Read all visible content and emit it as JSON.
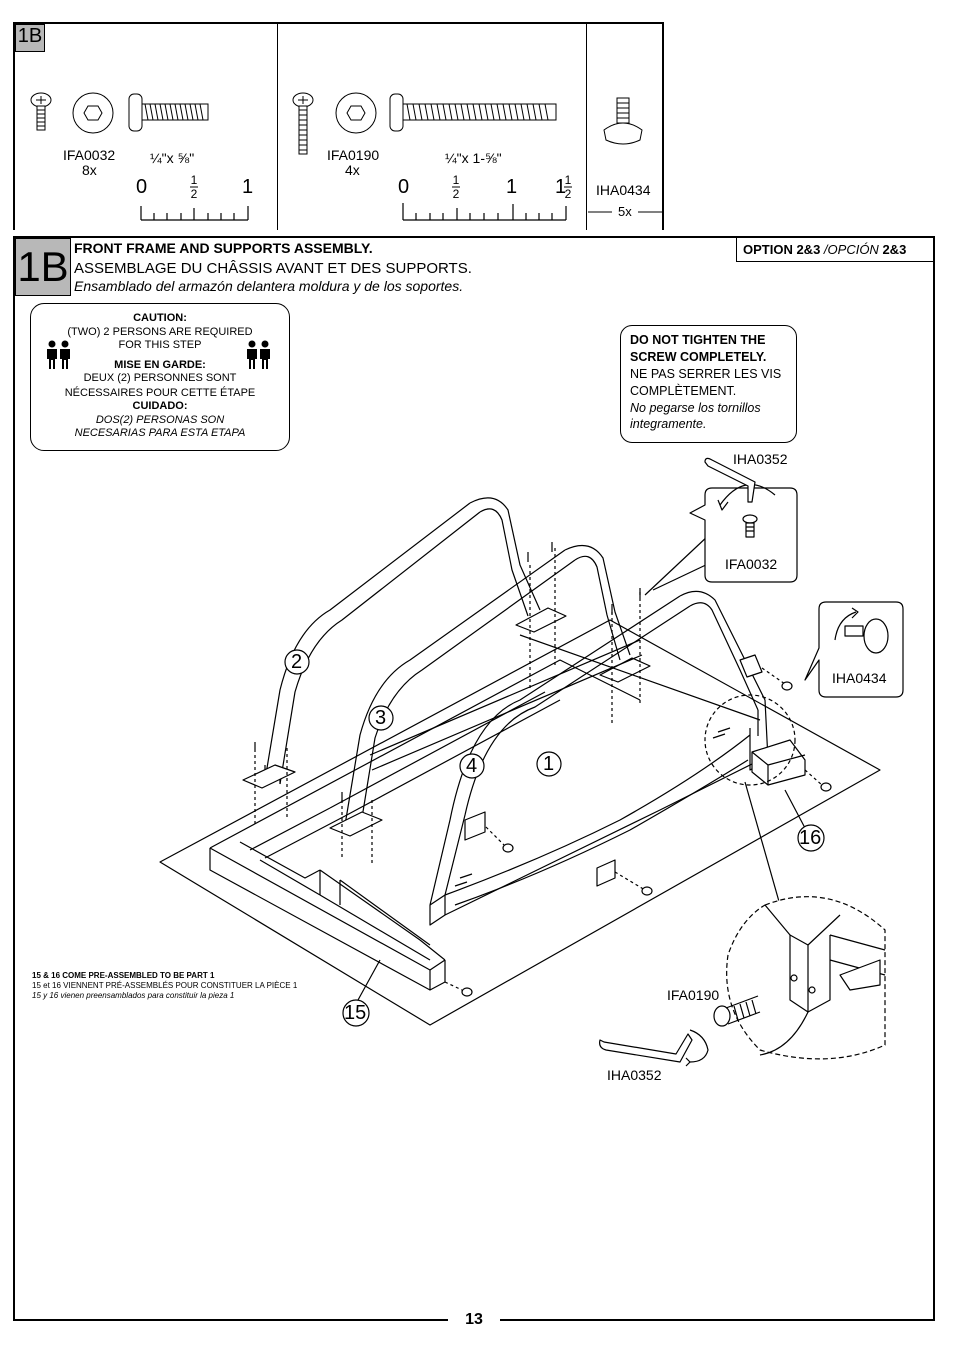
{
  "hardware": {
    "panel_tag": "1B",
    "items": [
      {
        "code": "IFA0032",
        "qty": "8x",
        "size": "¼\"x ⅝\""
      },
      {
        "code": "IFA0190",
        "qty": "4x",
        "size": "¼\"x 1-⅝\""
      },
      {
        "code": "IHA0434",
        "qty": "5x"
      }
    ],
    "scale1": {
      "zero": "0",
      "half_num": "1",
      "half_den": "2",
      "one": "1"
    },
    "scale2": {
      "zero": "0",
      "half_num": "1",
      "half_den": "2",
      "one": "1",
      "one_half_whole": "1",
      "one_half_num": "1",
      "one_half_den": "2"
    }
  },
  "step": {
    "number": "1B",
    "title_en": "FRONT FRAME AND SUPPORTS ASSEMBLY.",
    "title_fr": "ASSEMBLAGE DU CHÂSSIS AVANT ET DES SUPPORTS.",
    "title_es": "Ensamblado del armazón delantera moldura y de los soportes.",
    "option_bold": "OPTION 2&3",
    "option_ital": "/OPCIÓN",
    "option_tail": "2&3"
  },
  "caution": {
    "en_head": "CAUTION:",
    "en_line1": "(TWO) 2 PERSONS ARE REQUIRED",
    "en_line2": "FOR THIS STEP",
    "fr_head": "MISE EN GARDE:",
    "fr_line1": "DEUX (2) PERSONNES SONT",
    "fr_line2": "NÉCESSAIRES POUR CETTE ÉTAPE",
    "es_head": "CUIDADO:",
    "es_line1": "DOS(2) PERSONAS SON",
    "es_line2": "NECESARIAS PARA ESTA ETAPA"
  },
  "tighten_note": {
    "en_line1": "DO NOT TIGHTEN THE",
    "en_line2": "SCREW COMPLETELY.",
    "fr_line1": "NE PAS SERRER LES VIS",
    "fr_line2": "COMPLÈTEMENT.",
    "es_line1": "No pegarse los tornillos",
    "es_line2": "integramente."
  },
  "labels": {
    "iha0352_top": "IHA0352",
    "ifa0032": "IFA0032",
    "iha0434": "IHA0434",
    "ifa0190": "IFA0190",
    "iha0352_bottom": "IHA0352"
  },
  "callouts": [
    "1",
    "2",
    "3",
    "4",
    "15",
    "16"
  ],
  "preassembled": {
    "en": "15 & 16 COME PRE-ASSEMBLED TO BE PART 1",
    "fr": "15 et 16 VIENNENT PRÉ-ASSEMBLÉS POUR CONSTITUER LA PIÈCE 1",
    "es": "15 y 16 vienen preensamblados para constituir la pieza 1"
  },
  "page_number": "13"
}
